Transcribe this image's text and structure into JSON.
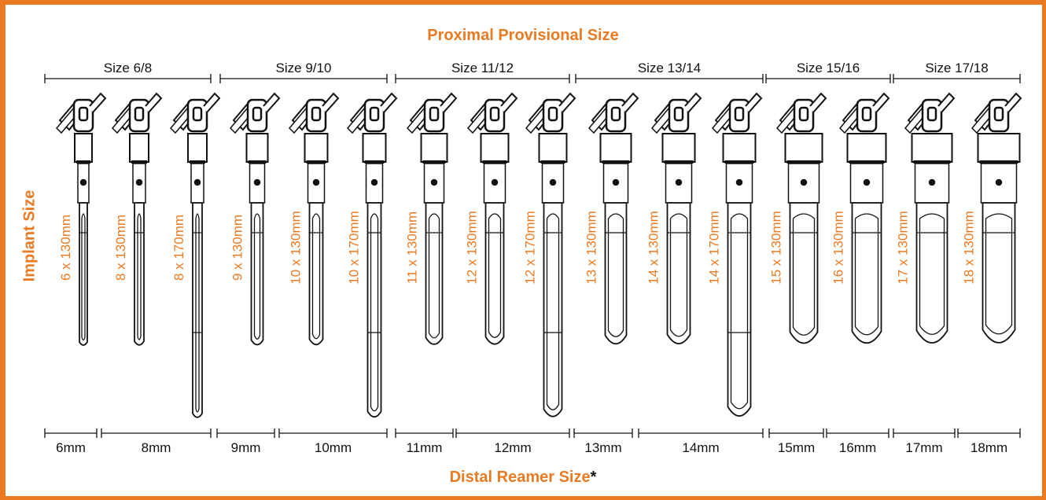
{
  "titles": {
    "top": "Proximal Provisional Size",
    "bottom": "Distal Reamer Size",
    "bottom_star": "*",
    "side": "Implant Size"
  },
  "colors": {
    "accent": "#ea7a22",
    "line": "#111111"
  },
  "provisional_groups": [
    "Size 6/8",
    "Size 9/10",
    "Size 11/12",
    "Size 13/14",
    "Size 15/16",
    "Size 17/18"
  ],
  "reamer_sizes": [
    "6mm",
    "8mm",
    "9mm",
    "10mm",
    "11mm",
    "12mm",
    "13mm",
    "14mm",
    "15mm",
    "16mm",
    "17mm",
    "18mm"
  ],
  "implants": [
    "6 x 130mm",
    "8 x 130mm",
    "8 x 170mm",
    "9 x 130mm",
    "10 x 130mm",
    "10 x 170mm",
    "11 x 130mm",
    "12 x 130mm",
    "12 x 170mm",
    "13 x 130mm",
    "14 x 130mm",
    "14 x 170mm",
    "15 x 130mm",
    "16 x 130mm",
    "17 x 130mm",
    "18 x 130mm"
  ]
}
